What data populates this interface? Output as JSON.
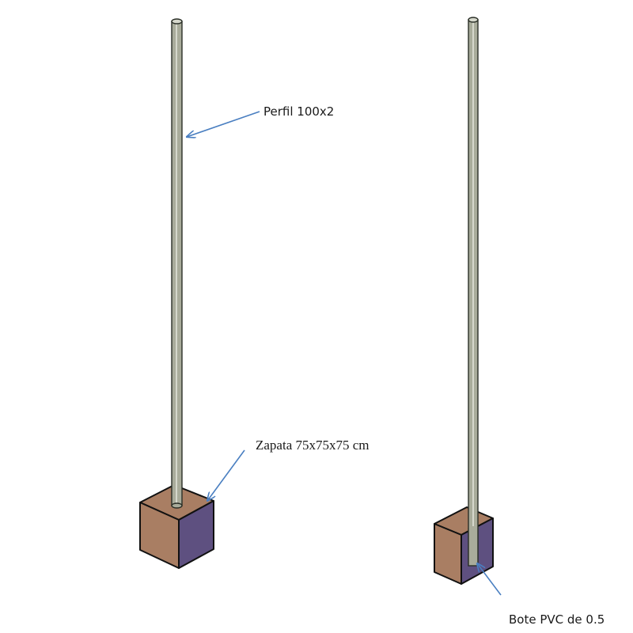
{
  "labels": {
    "profile": "Perfil 100x2",
    "footing": "Zapata 75x75x75 cm",
    "pvc": "Bote PVC de 0.5"
  },
  "colors": {
    "pole_fill": "#a9ac9b",
    "pole_edge": "#2a2f27",
    "pole_highlight": "#d6d8cc",
    "footing_top": "#a97e63",
    "footing_left": "#a97e63",
    "footing_right": "#5e5080",
    "footing_edge": "#111111",
    "pvc": "#3ab7c2",
    "arrow": "#4a7fc1"
  }
}
